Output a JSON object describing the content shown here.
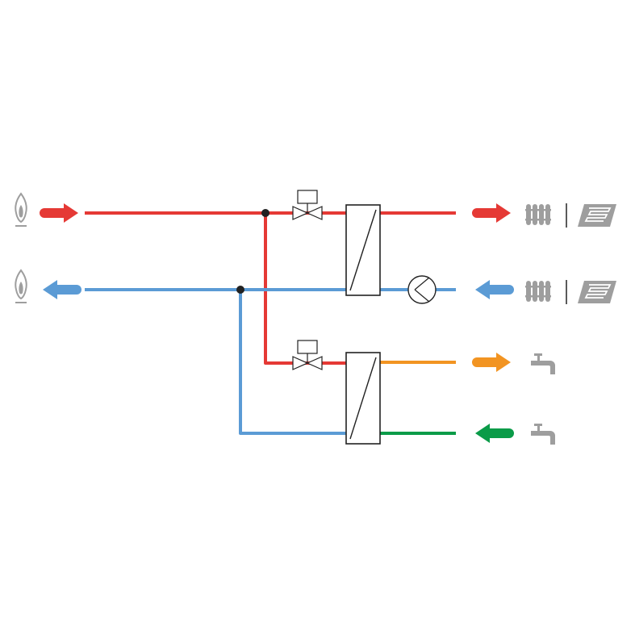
{
  "diagram": {
    "type": "hydraulic-schematic",
    "colors": {
      "supply_hot": "#e53935",
      "return_cold": "#5b9bd5",
      "hot_water": "#f29422",
      "cold_water": "#0a9b48",
      "icon_gray": "#9e9e9e",
      "outline": "#222222",
      "background": "#ffffff"
    },
    "sources": [
      {
        "icon": "gas-flame-icon",
        "arrow": "arrow-right",
        "flow": "supply"
      },
      {
        "icon": "gas-flame-icon",
        "arrow": "arrow-left",
        "flow": "return"
      }
    ],
    "components": [
      {
        "icon": "motorized-valve-icon",
        "circuit": "heating"
      },
      {
        "icon": "heat-exchanger-icon",
        "circuit": "heating"
      },
      {
        "icon": "circulation-pump-icon",
        "circuit": "heating"
      },
      {
        "icon": "motorized-valve-icon",
        "circuit": "domestic-hot-water"
      },
      {
        "icon": "heat-exchanger-icon",
        "circuit": "domestic-hot-water"
      }
    ],
    "consumers": [
      {
        "icons": [
          "radiator-icon",
          "floor-heating-icon"
        ],
        "arrow": "arrow-right",
        "flow": "heating-supply"
      },
      {
        "icons": [
          "radiator-icon",
          "floor-heating-icon"
        ],
        "arrow": "arrow-left",
        "flow": "heating-return"
      },
      {
        "icons": [
          "tap-icon"
        ],
        "arrow": "arrow-right",
        "flow": "hot-water"
      },
      {
        "icons": [
          "tap-icon"
        ],
        "arrow": "arrow-left",
        "flow": "cold-water"
      }
    ]
  }
}
